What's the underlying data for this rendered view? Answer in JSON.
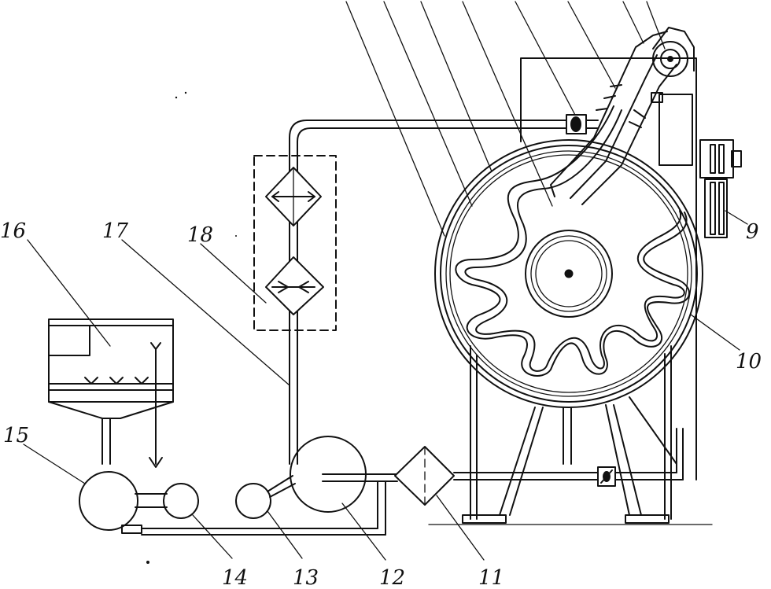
{
  "labels": {
    "l9": "9",
    "l10": "10",
    "l11": "11",
    "l12": "12",
    "l13": "13",
    "l14": "14",
    "l15": "15",
    "l16": "16",
    "l17": "17",
    "l18": "18"
  },
  "ink_color": "#111111",
  "background_color": "#ffffff"
}
